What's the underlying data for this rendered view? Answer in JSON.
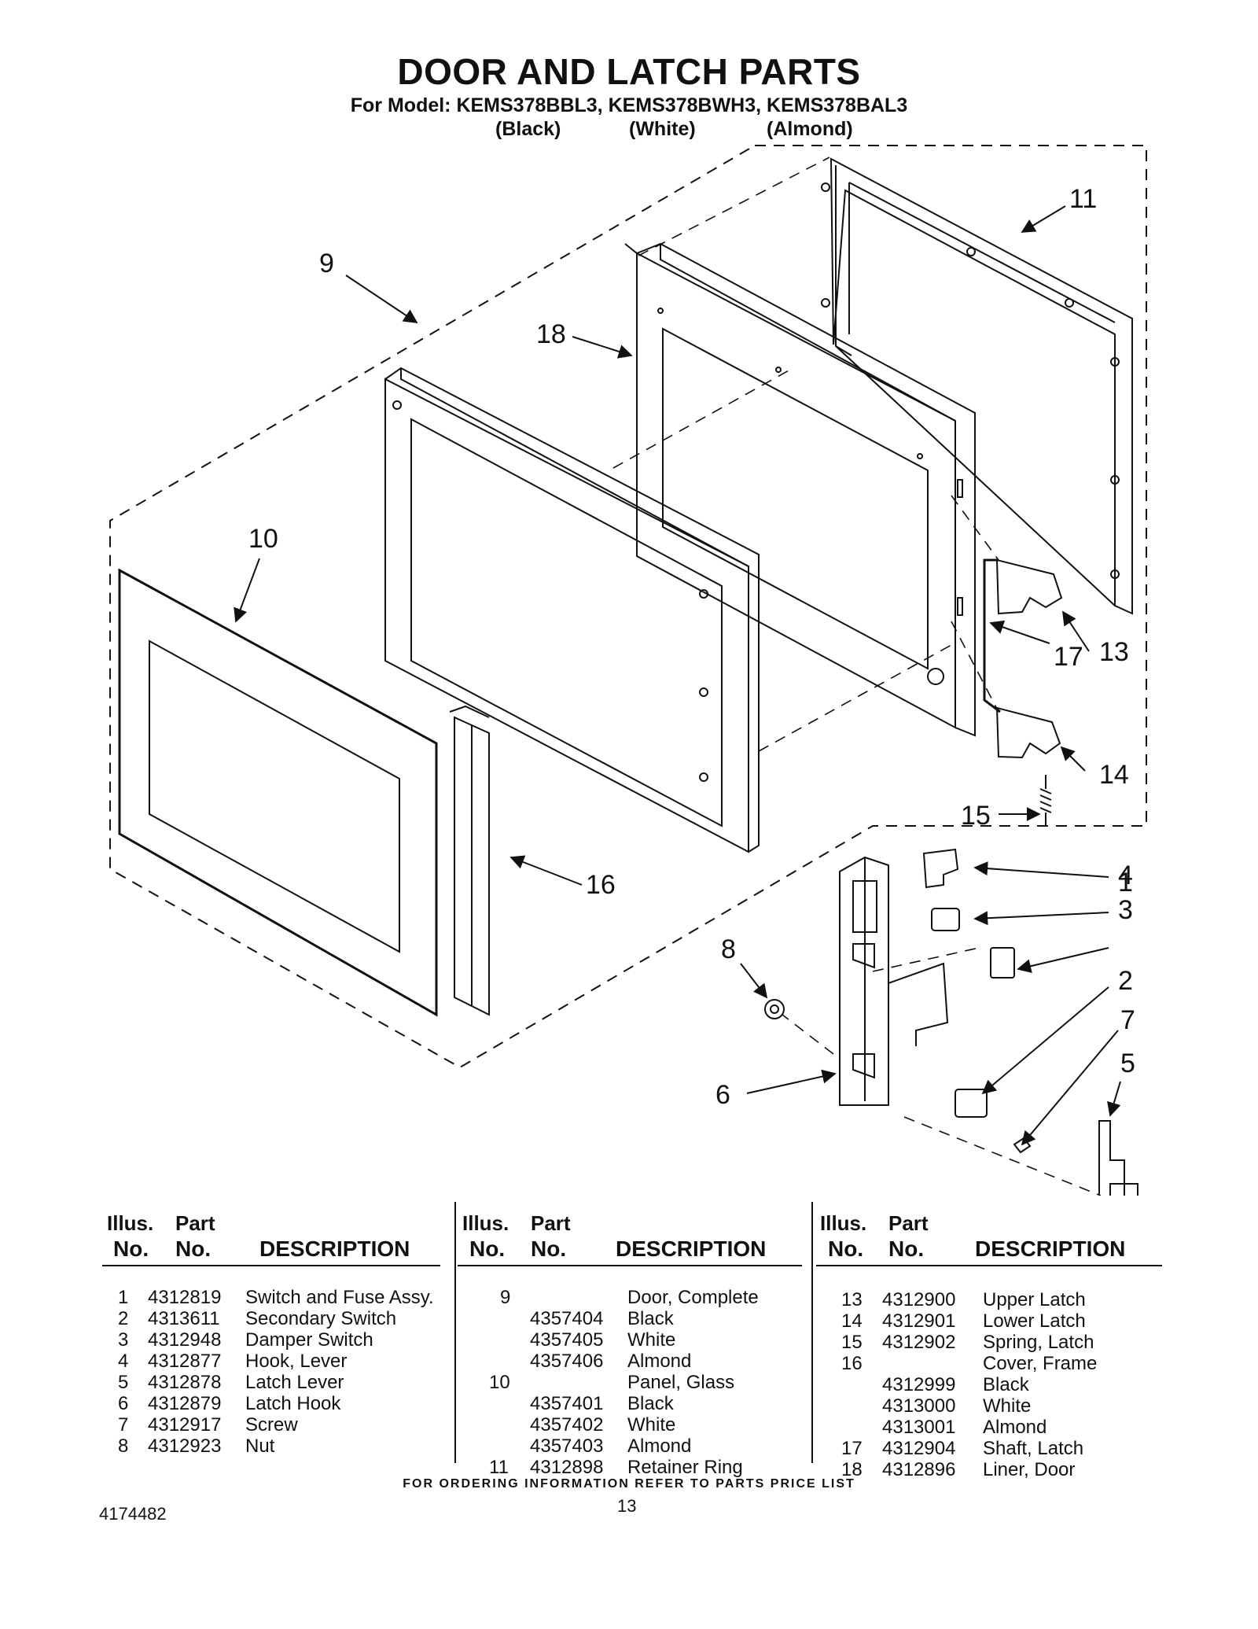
{
  "header": {
    "title": "DOOR AND LATCH PARTS",
    "model_line": "For Model: KEMS378BBL3, KEMS378BWH3, KEMS378BAL3",
    "colors": [
      "(Black)",
      "(White)",
      "(Almond)"
    ]
  },
  "callouts": [
    "1",
    "2",
    "3",
    "4",
    "5",
    "6",
    "7",
    "8",
    "9",
    "10",
    "11",
    "13",
    "14",
    "15",
    "16",
    "17",
    "18"
  ],
  "table": {
    "col_header_line1": [
      "Illus.",
      "Part"
    ],
    "col_header_line2": [
      "No.",
      "No.",
      "DESCRIPTION"
    ],
    "sections": [
      [
        {
          "illus": "1",
          "part": "4312819",
          "desc": "Switch and Fuse Assy."
        },
        {
          "illus": "2",
          "part": "4313611",
          "desc": "Secondary Switch"
        },
        {
          "illus": "3",
          "part": "4312948",
          "desc": "Damper Switch"
        },
        {
          "illus": "4",
          "part": "4312877",
          "desc": "Hook, Lever"
        },
        {
          "illus": "5",
          "part": "4312878",
          "desc": "Latch Lever"
        },
        {
          "illus": "6",
          "part": "4312879",
          "desc": "Latch Hook"
        },
        {
          "illus": "7",
          "part": "4312917",
          "desc": "Screw"
        },
        {
          "illus": "8",
          "part": "4312923",
          "desc": "Nut"
        }
      ],
      [
        {
          "illus": "9",
          "part": "",
          "desc": "Door, Complete"
        },
        {
          "illus": "",
          "part": "4357404",
          "desc": "Black"
        },
        {
          "illus": "",
          "part": "4357405",
          "desc": "White"
        },
        {
          "illus": "",
          "part": "4357406",
          "desc": "Almond"
        },
        {
          "illus": "10",
          "part": "",
          "desc": "Panel, Glass"
        },
        {
          "illus": "",
          "part": "4357401",
          "desc": "Black"
        },
        {
          "illus": "",
          "part": "4357402",
          "desc": "White"
        },
        {
          "illus": "",
          "part": "4357403",
          "desc": "Almond"
        },
        {
          "illus": "11",
          "part": "4312898",
          "desc": "Retainer Ring"
        }
      ],
      [
        {
          "illus": "13",
          "part": "4312900",
          "desc": "Upper Latch"
        },
        {
          "illus": "14",
          "part": "4312901",
          "desc": "Lower Latch"
        },
        {
          "illus": "15",
          "part": "4312902",
          "desc": "Spring, Latch"
        },
        {
          "illus": "16",
          "part": "",
          "desc": "Cover, Frame"
        },
        {
          "illus": "",
          "part": "4312999",
          "desc": "Black"
        },
        {
          "illus": "",
          "part": "4313000",
          "desc": "White"
        },
        {
          "illus": "",
          "part": "4313001",
          "desc": "Almond"
        },
        {
          "illus": "17",
          "part": "4312904",
          "desc": "Shaft, Latch"
        },
        {
          "illus": "18",
          "part": "4312896",
          "desc": "Liner, Door"
        }
      ]
    ]
  },
  "footer": {
    "ordering_note": "FOR ORDERING INFORMATION REFER TO PARTS PRICE LIST",
    "document_number": "4174482",
    "page_number": "13"
  }
}
